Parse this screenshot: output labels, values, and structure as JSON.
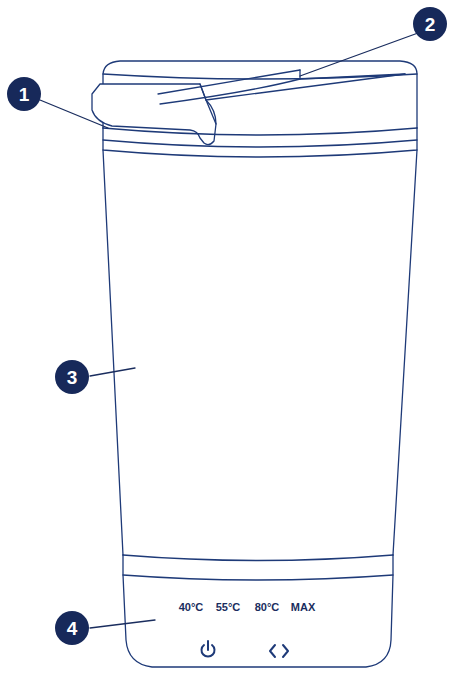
{
  "diagram": {
    "labels": [
      "1",
      "2",
      "3",
      "4",
      "40°C",
      "55°C",
      "80°C",
      "MAX"
    ]
  }
}
